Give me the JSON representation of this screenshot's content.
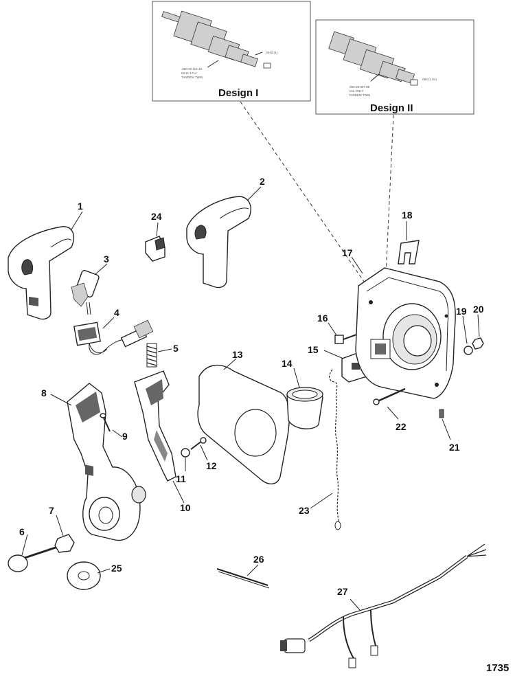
{
  "insets": [
    {
      "id": "design-1",
      "title": "Design I",
      "notes": [
        ".050-20 116.15",
        "03-11 1714",
        "TANDEM TWIN",
        ".0442 (1)"
      ]
    },
    {
      "id": "design-2",
      "title": "Design II",
      "notes": [
        ".050-20 097.85",
        "ASL ONLY",
        "TANDEM TWIN",
        ".050 (1.04)"
      ]
    }
  ],
  "callouts": [
    "1",
    "2",
    "3",
    "4",
    "5",
    "6",
    "7",
    "8",
    "9",
    "10",
    "11",
    "12",
    "13",
    "14",
    "15",
    "16",
    "17",
    "18",
    "19",
    "20",
    "21",
    "22",
    "23",
    "24",
    "25",
    "26",
    "27"
  ],
  "figure_number": "1735"
}
